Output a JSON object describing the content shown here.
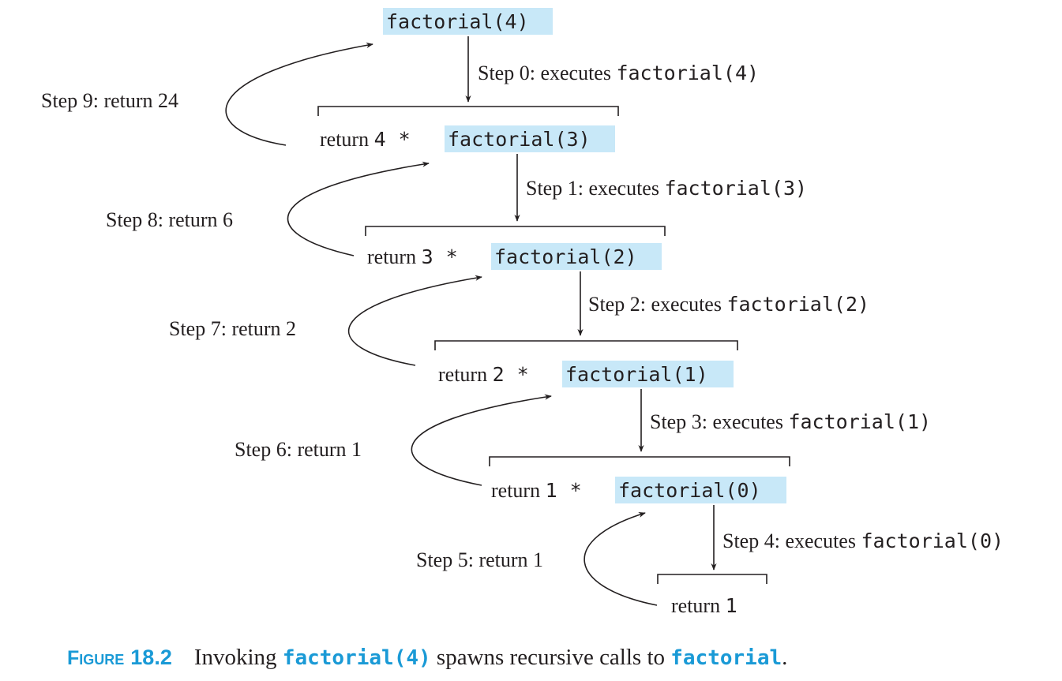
{
  "diagram": {
    "top_call": "factorial(4)",
    "levels": [
      {
        "step_label": "Step 0: executes ",
        "step_code": "factorial(4)",
        "return_text": "return ",
        "return_num": "4",
        "times": "*",
        "call": "factorial(3)",
        "back_label": "Step 9: return 24"
      },
      {
        "step_label": "Step 1: executes ",
        "step_code": "factorial(3)",
        "return_text": "return ",
        "return_num": "3",
        "times": "*",
        "call": "factorial(2)",
        "back_label": "Step 8: return 6"
      },
      {
        "step_label": "Step 2: executes ",
        "step_code": "factorial(2)",
        "return_text": "return ",
        "return_num": "2",
        "times": "*",
        "call": "factorial(1)",
        "back_label": "Step 7: return 2"
      },
      {
        "step_label": "Step 3: executes ",
        "step_code": "factorial(1)",
        "return_text": "return ",
        "return_num": "1",
        "times": "*",
        "call": "factorial(0)",
        "back_label": "Step 6: return 1"
      },
      {
        "step_label": "Step 4: executes ",
        "step_code": "factorial(0)",
        "back_label": "Step 5: return 1"
      }
    ],
    "base": {
      "return_text": "return ",
      "return_num": "1"
    }
  },
  "caption": {
    "figure_word": "Figure",
    "figure_num": "18.2",
    "text_before": "Invoking ",
    "code_1": "factorial(4)",
    "text_middle": " spawns recursive calls to ",
    "code_2": "factorial",
    "text_after": "."
  },
  "colors": {
    "highlight": "#c8e8f8",
    "caption_accent": "#1a9ad6",
    "ink": "#231f20"
  }
}
